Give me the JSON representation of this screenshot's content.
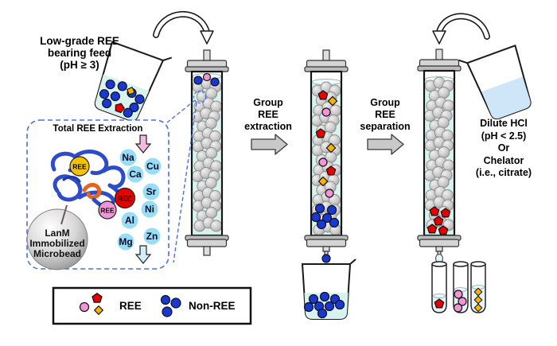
{
  "colors": {
    "ree_pink": "#f294d8",
    "ree_red": "#e80000",
    "ree_yellow": "#f6b300",
    "non_ree_blue": "#1838cf",
    "column_liquid_cyan": "#d8f3ee",
    "acid_liquid_blue": "#cfe6f8",
    "ion_circle_blue": "#97ddf6",
    "dashed_box_blue": "#4a6ee0",
    "bead_gray": "#c6c6c6"
  },
  "feed": {
    "label_lines": [
      "Low-grade REE",
      "bearing feed",
      "(pH ≥ 3)"
    ]
  },
  "extraction_box": {
    "title": "Total REE Extraction",
    "microbead_label_lines": [
      "LanM",
      "Immobilized",
      "Microbead"
    ],
    "ree_badge_label": "REE",
    "ions": [
      "Na",
      "Cu",
      "Ca",
      "Sr",
      "Ni",
      "Al",
      "Zn",
      "Mg"
    ]
  },
  "steps": [
    {
      "label_lines": [
        "Group",
        "REE",
        "extraction"
      ]
    },
    {
      "label_lines": [
        "Group",
        "REE",
        "separation"
      ]
    }
  ],
  "eluent": {
    "label_lines": [
      "Dilute HCl",
      "(pH < 2.5)",
      "Or",
      "Chelator",
      "(i.e., citrate)"
    ]
  },
  "legend": {
    "ree_label": "REE",
    "non_ree_label": "Non-REE"
  }
}
